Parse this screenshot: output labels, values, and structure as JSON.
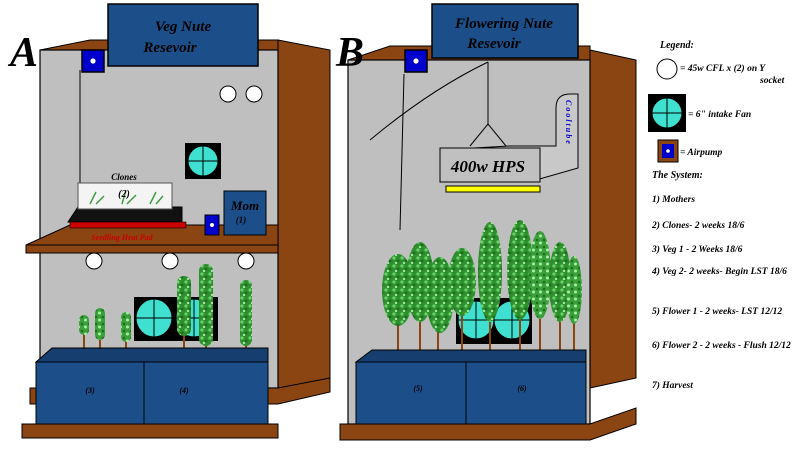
{
  "cabinet_a": {
    "letter": "A",
    "reservoir_label_line1": "Veg Nute",
    "reservoir_label_line2": "Resevoir",
    "clones_label": "Clones",
    "clones_number": "(2)",
    "heat_pad_label": "Seedling Heat Pad",
    "mom_label": "Mom",
    "mom_number": "(1)",
    "bin_left_number": "(3)",
    "bin_right_number": "(4)"
  },
  "cabinet_b": {
    "letter": "B",
    "reservoir_label_line1": "Flowering Nute",
    "reservoir_label_line2": "Resevoir",
    "hps_label": "400w HPS",
    "cooltube_label": "Cooltube",
    "bin_left_number": "(5)",
    "bin_right_number": "(6)"
  },
  "legend": {
    "title": "Legend:",
    "cfl_line1": "= 45w CFL x (2) on Y",
    "cfl_line2": "socket",
    "fan_text": "= 6\" intake Fan",
    "airpump_text": "= Airpump"
  },
  "system": {
    "title": "The System:",
    "items": [
      "1) Mothers",
      "2) Clones- 2 weeks 18/6",
      "3) Veg 1 - 2 Weeks 18/6",
      "4) Veg 2- 2 weeks- Begin LST 18/6",
      "5) Flower 1 - 2 weeks- LST 12/12",
      "6) Flower 2 - 2 weeks - Flush 12/12",
      "7) Harvest"
    ]
  },
  "colors": {
    "wood": "#8b4513",
    "interior": "#bfbfbf",
    "reservoir": "#1c4f8a",
    "fan_blade": "#40e0d0",
    "airpump": "#0000cc",
    "heat_pad": "#cc0000",
    "hps_reflector": "#c0c0c0",
    "hps_bulb": "#ffff00"
  }
}
